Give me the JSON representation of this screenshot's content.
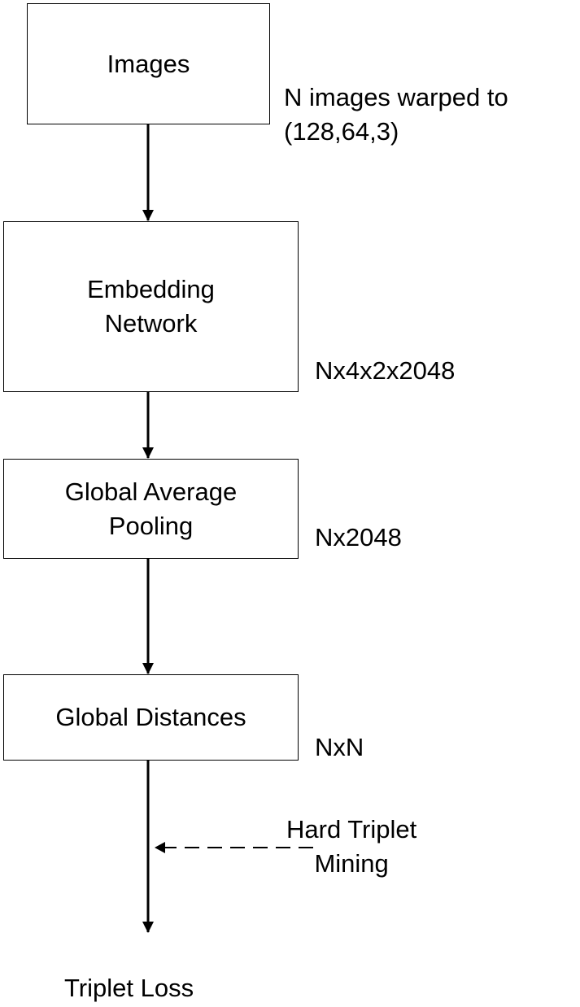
{
  "nodes": {
    "images": {
      "label": "Images"
    },
    "embedding": {
      "line1": "Embedding",
      "line2": "Network"
    },
    "pooling": {
      "line1": "Global Average",
      "line2": "Pooling"
    },
    "distances": {
      "label": "Global Distances"
    },
    "loss": {
      "label": "Triplet Loss"
    }
  },
  "annotations": {
    "input_shape_line1": "N images warped to",
    "input_shape_line2": "(128,64,3)",
    "embedding_shape": "Nx4x2x2048",
    "pooling_shape": "Nx2048",
    "distances_shape": "NxN",
    "mining_line1": "Hard Triplet",
    "mining_line2": "Mining"
  },
  "colors": {
    "stroke": "#000000",
    "background": "#ffffff"
  }
}
